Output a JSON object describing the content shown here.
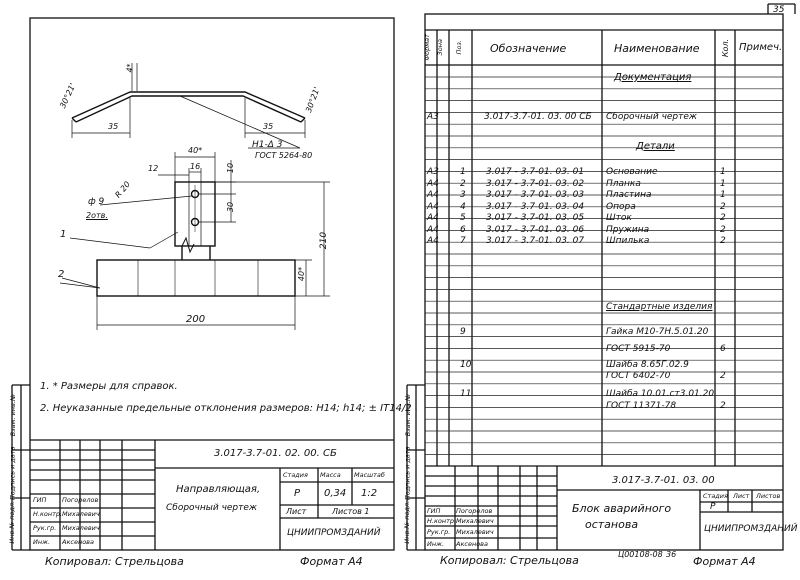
{
  "page_number": "35",
  "left_sheet": {
    "dimensions": {
      "angle_left": "30°21'",
      "angle_right": "30°21'",
      "gap": "4*",
      "leg_left": "35",
      "leg_right": "35",
      "top_width": "40*",
      "inner": "16",
      "offset": "12",
      "top_small": "10",
      "mid": "30",
      "hole": "ф 9",
      "hole_count": "2отв.",
      "radius": "R 20",
      "height": "210",
      "base_height": "40*",
      "length": "200"
    },
    "weld_mark": "H1-Δ 3",
    "weld_std": "ГОСТ 5264-80",
    "callouts": [
      "1",
      "2"
    ],
    "notes": [
      "1. * Размеры для справок.",
      "2. Неуказанные предельные отклонения размеров: H14; h14; ± IT14/2 ."
    ],
    "stamp": {
      "designation": "3.017-3.7-01. 02. 00. СБ",
      "title_line1": "Направляющая,",
      "title_line2": "Сборочный чертеж",
      "col_stage": "Стадия",
      "col_mass": "Масса",
      "col_scale": "Масштаб",
      "stage": "Р",
      "mass": "0,34",
      "scale": "1:2",
      "sheet_label": "Лист",
      "sheets_label": "Листов 1",
      "org": "ЦНИИПРОМЗДАНИЙ",
      "roles": [
        "ГИП",
        "Н.контр.",
        "Рук.гр.",
        "Инж."
      ],
      "names": [
        "Погорелов",
        "Михалевич",
        "Михалевич",
        "Аксенова"
      ],
      "side_labels": [
        "Инв.№ подл.",
        "Подпись и дата",
        "Взам. инв.№"
      ]
    },
    "copied": "Копировал: Стрельцова",
    "format": "Формат А4"
  },
  "right_sheet": {
    "headers": [
      "Формат",
      "Зона",
      "Поз.",
      "Обозначение",
      "Наименование",
      "Кол.",
      "Примеч."
    ],
    "sections": {
      "docs": "Документация",
      "parts": "Детали",
      "std": "Стандартные изделия"
    },
    "doc_row": {
      "format": "А3",
      "designation": "3.017-3.7-01. 03. 00 СБ",
      "name": "Сборочный чертеж"
    },
    "parts": [
      {
        "format": "А3",
        "pos": "1",
        "designation": "3.017 - 3.7-01. 03. 01",
        "name": "Основание",
        "qty": "1"
      },
      {
        "format": "А4",
        "pos": "2",
        "designation": "3.017 - 3.7-01. 03. 02",
        "name": "Планка",
        "qty": "1"
      },
      {
        "format": "А4",
        "pos": "3",
        "designation": "3.017 - 3.7-01. 03. 03",
        "name": "Пластина",
        "qty": "1"
      },
      {
        "format": "А4",
        "pos": "4",
        "designation": "3.017 - 3.7-01. 03. 04",
        "name": "Опора",
        "qty": "2"
      },
      {
        "format": "А4",
        "pos": "5",
        "designation": "3.017 - 3.7-01. 03. 05",
        "name": "Шток",
        "qty": "2"
      },
      {
        "format": "А4",
        "pos": "6",
        "designation": "3.017 - 3.7-01. 03. 06",
        "name": "Пружина",
        "qty": "2"
      },
      {
        "format": "А4",
        "pos": "7",
        "designation": "3.017 - 3.7-01. 03. 07",
        "name": "Шпилька",
        "qty": "2"
      }
    ],
    "std_items": [
      {
        "pos": "9",
        "name": "Гайка М10-7Н.5.01.20",
        "qty": ""
      },
      {
        "pos": "",
        "name": "ГОСТ 5915-70",
        "qty": "6"
      },
      {
        "pos": "10",
        "name": "Шайба 8.65Г.02.9",
        "qty": ""
      },
      {
        "pos": "",
        "name": "ГОСТ 6402-70",
        "qty": "2"
      },
      {
        "pos": "11",
        "name": "Шайба 10.01.cт3.01.20",
        "qty": ""
      },
      {
        "pos": "",
        "name": "ГОСТ 11371-78",
        "qty": "2"
      }
    ],
    "stamp": {
      "designation": "3.017-3.7-01. 03. 00",
      "title_line1": "Блок аварийного",
      "title_line2": "останова",
      "stage_label": "Стадия",
      "sheet_label": "Лист",
      "sheets_label": "Листов",
      "stage": "Р",
      "org": "ЦНИИПРОМЗДАНИЙ",
      "roles": [
        "ГИП",
        "Н.контр.",
        "Рук.гр.",
        "Инж."
      ],
      "names": [
        "Погорелов",
        "Михалевич",
        "Михалевич",
        "Аксенова"
      ]
    },
    "copied": "Копировал: Стрельцова",
    "code": "Ц00108-08",
    "code_page": "36",
    "format": "Формат А4"
  }
}
